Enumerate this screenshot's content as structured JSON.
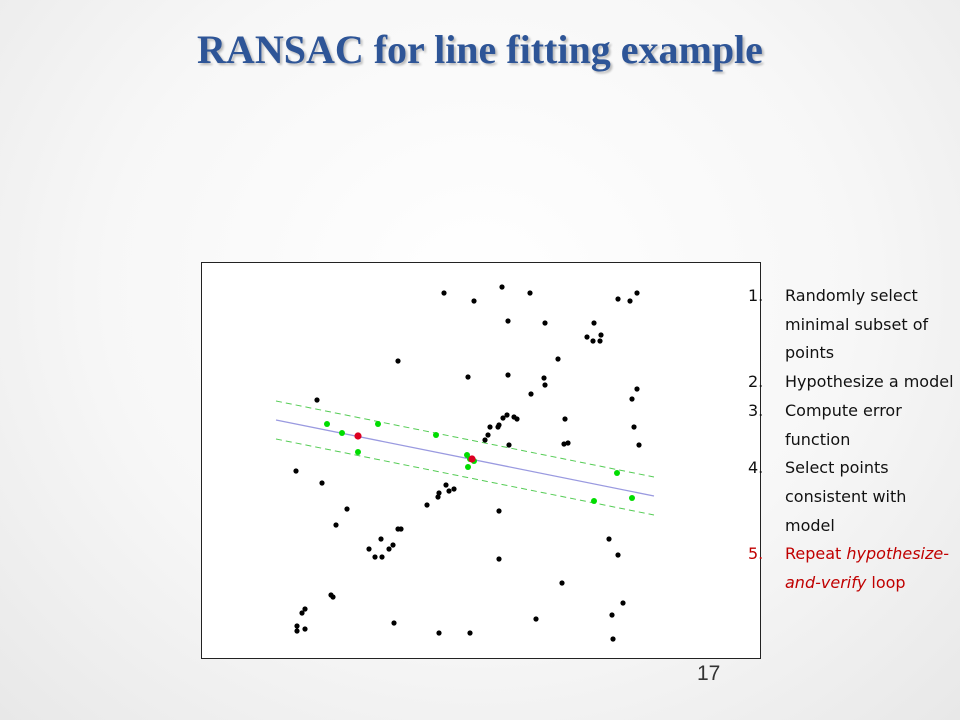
{
  "slide": {
    "title": "RANSAC for line fitting example",
    "page_number": "17"
  },
  "steps": [
    {
      "num": "1.",
      "text": "Randomly select minimal subset of points"
    },
    {
      "num": "2.",
      "text": "Hypothesize a model"
    },
    {
      "num": "3.",
      "text": "Compute error function"
    },
    {
      "num": "4.",
      "text": "Select points consistent with model"
    },
    {
      "num": "5.",
      "pre": "Repeat ",
      "em": "hypothesize-and-verify",
      "post": " loop"
    }
  ],
  "colors": {
    "title": "#2e5597",
    "outlier_point": "#000000",
    "inlier_point": "#00dd00",
    "sample_point": "#dd0022",
    "model_line": "#9a9ae0",
    "threshold_band": "#55cc55",
    "highlight_text": "#c00000"
  }
}
